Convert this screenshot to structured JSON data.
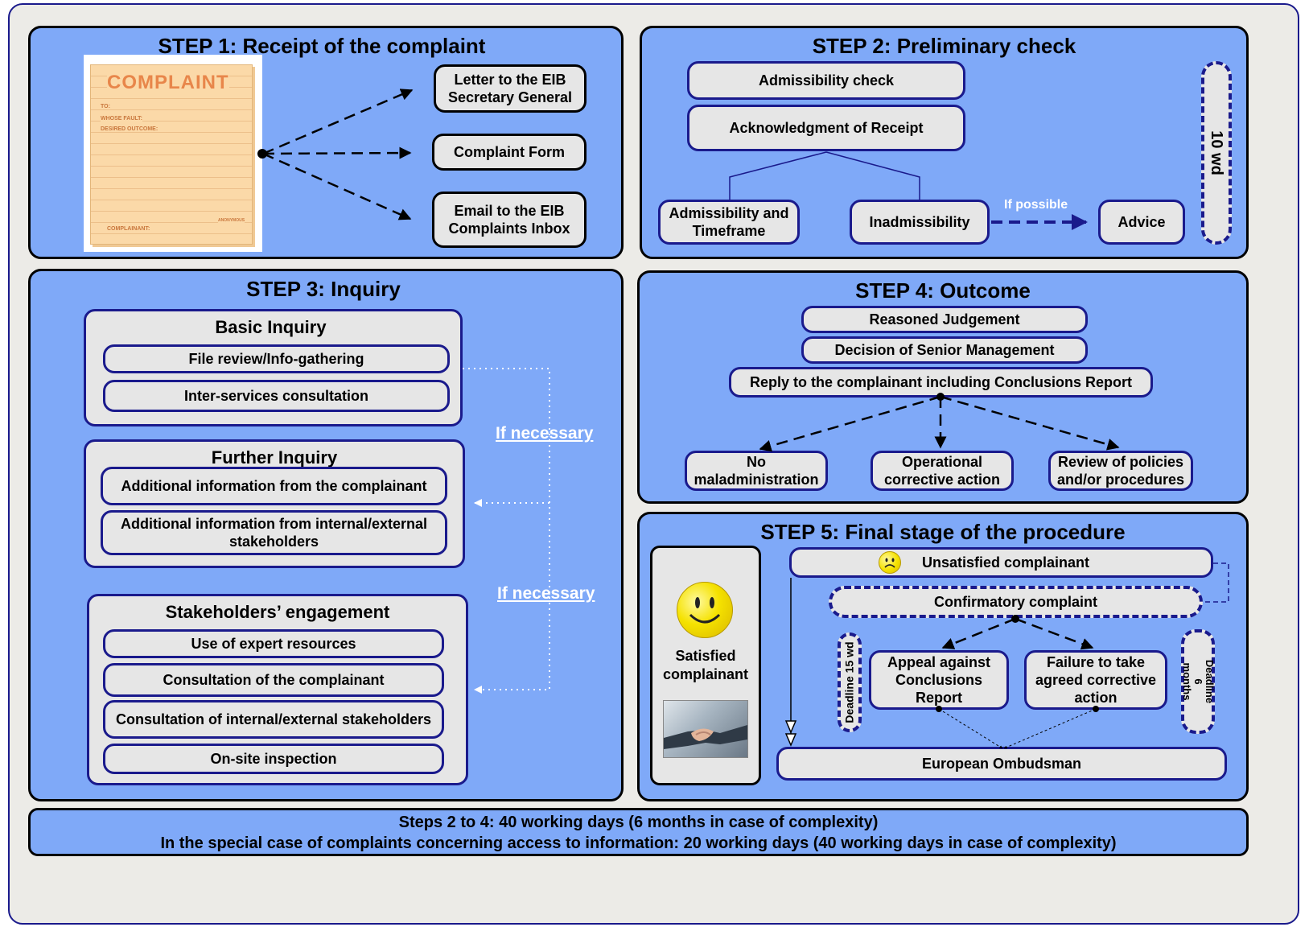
{
  "step1": {
    "title": "STEP 1: Receipt of the complaint",
    "form_image": {
      "heading": "COMPLAINT",
      "to_label": "TO:",
      "fault_label": "WHOSE FAULT:",
      "outcome_label": "DESIRED OUTCOME:",
      "complainant_label": "COMPLAINANT:",
      "anon_label": "ANONYMOUS"
    },
    "channels": [
      "Letter to the EIB Secretary General",
      "Complaint Form",
      "Email to the EIB Complaints Inbox"
    ]
  },
  "step2": {
    "title": "STEP 2: Preliminary check",
    "admissibility_check": "Admissibility check",
    "acknowledgment": "Acknowledgment of Receipt",
    "admissibility_timeframe": "Admissibility and Timeframe",
    "inadmissibility": "Inadmissibility",
    "if_possible": "If possible",
    "advice": "Advice",
    "deadline": "10 wd"
  },
  "step3": {
    "title": "STEP 3: Inquiry",
    "basic": {
      "title": "Basic Inquiry",
      "items": [
        "File review/Info-gathering",
        "Inter-services consultation"
      ]
    },
    "further": {
      "title": "Further Inquiry",
      "items": [
        "Additional information from the complainant",
        "Additional information from internal/external stakeholders"
      ]
    },
    "stakeholders": {
      "title": "Stakeholders’ engagement",
      "items": [
        "Use of expert resources",
        "Consultation of the complainant",
        "Consultation of internal/external stakeholders",
        "On-site inspection"
      ]
    },
    "if_necessary_1": "If necessary",
    "if_necessary_2": "If necessary"
  },
  "step4": {
    "title": "STEP 4: Outcome",
    "reasoned": "Reasoned Judgement",
    "decision": "Decision of Senior Management",
    "reply": "Reply to the complainant including Conclusions Report",
    "outcomes": [
      "No maladministration",
      "Operational corrective action",
      "Review of policies and/or procedures"
    ]
  },
  "step5": {
    "title": "STEP 5: Final stage of the procedure",
    "satisfied": "Satisfied complainant",
    "unsatisfied": "Unsatisfied complainant",
    "confirmatory": "Confirmatory complaint",
    "appeal": "Appeal against Conclusions Report",
    "failure": "Failure to take agreed corrective action",
    "deadline_15": "Deadline 15 wd",
    "deadline_6m": "Deadline 6 months",
    "ombudsman": "European Ombudsman"
  },
  "footer": {
    "line1": "Steps 2 to 4: 40 working days (6 months in case of complexity)",
    "line2": "In the special case of complaints concerning access to information: 20 working days (40 working days in case of complexity)"
  },
  "colors": {
    "panel": "#7fa9f8",
    "box": "#e6e6e6",
    "border": "#1a1a8c",
    "background": "#ecebe7",
    "form": "#fbd9a8",
    "form_text": "#e8864a"
  }
}
